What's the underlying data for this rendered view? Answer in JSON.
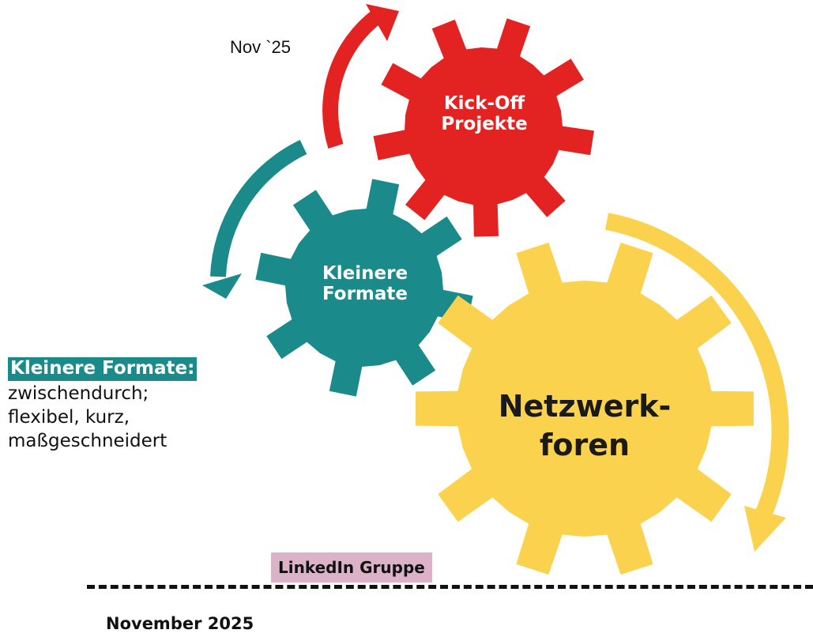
{
  "date_short": "Nov `25",
  "gears": {
    "kickoff": {
      "lines": [
        "Kick-Off",
        "Projekte"
      ],
      "color": "#e32222"
    },
    "kleinere": {
      "lines": [
        "Kleinere",
        "Formate"
      ],
      "color": "#1a8a8a"
    },
    "netzwerk": {
      "lines": [
        "Netzwerk-",
        "foren"
      ],
      "color": "#fbd24e"
    }
  },
  "side_note": {
    "title": "Kleinere Formate:",
    "lines": [
      "zwischendurch;",
      "flexibel, kurz,",
      "maßgeschneidert"
    ]
  },
  "linkedin_label": "LinkedIn Gruppe",
  "month_year": "November 2025",
  "colors": {
    "red": "#e32222",
    "teal": "#1a8a8a",
    "yellow": "#fbd24e",
    "pink": "#dbb2c8"
  }
}
